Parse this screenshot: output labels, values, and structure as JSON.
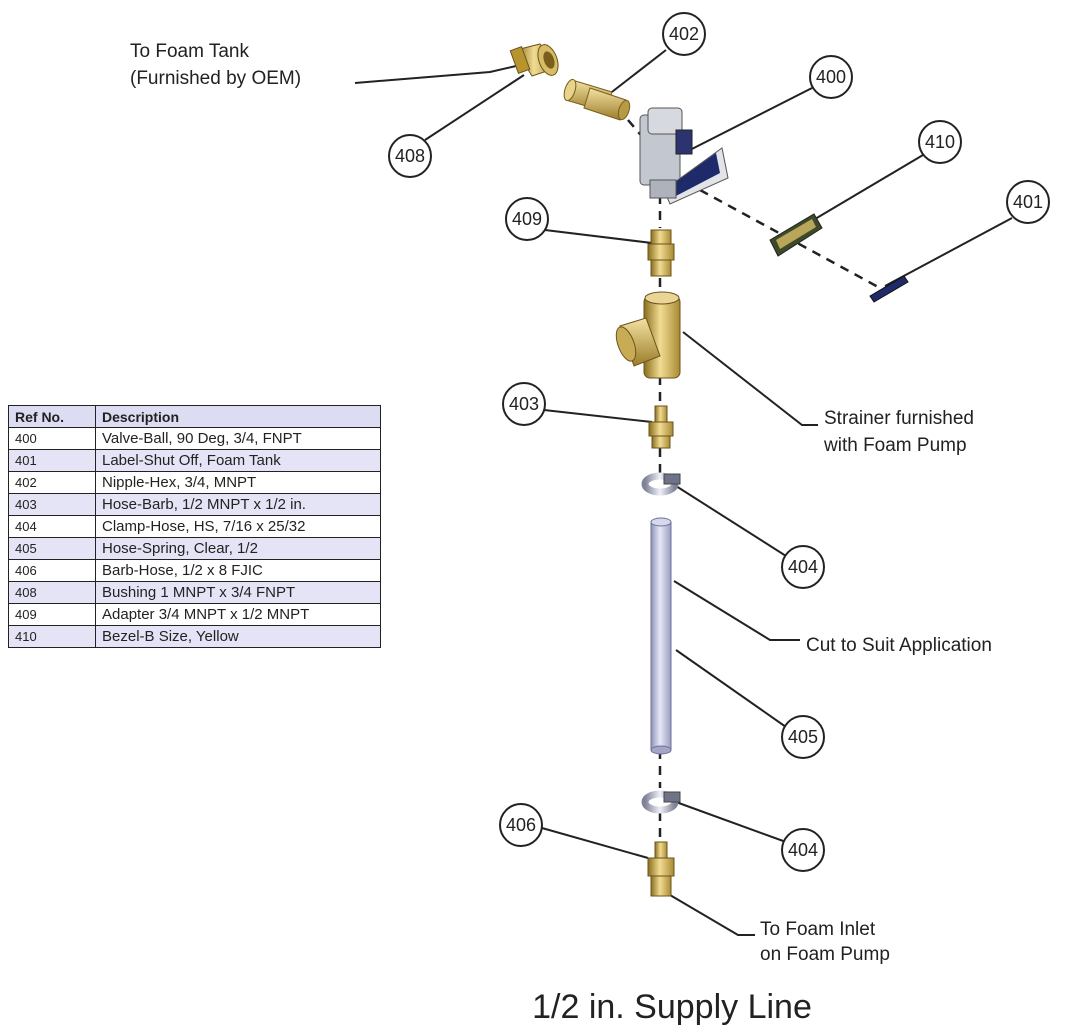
{
  "title": "1/2 in. Supply Line",
  "callouts": {
    "foam_tank_line1": "To Foam Tank",
    "foam_tank_line2": "(Furnished by OEM)",
    "strainer_line1": "Strainer furnished",
    "strainer_line2": "with Foam Pump",
    "cut_to_suit": "Cut to Suit Application",
    "foam_inlet_line1": "To Foam Inlet",
    "foam_inlet_line2": "on Foam Pump"
  },
  "balloons": [
    "402",
    "400",
    "408",
    "410",
    "409",
    "401",
    "403",
    "404",
    "405",
    "406",
    "404"
  ],
  "parts_table": {
    "headers": [
      "Ref No.",
      "Description"
    ],
    "rows": [
      {
        "ref": "400",
        "desc": "Valve-Ball, 90 Deg, 3/4, FNPT"
      },
      {
        "ref": "401",
        "desc": "Label-Shut Off, Foam Tank"
      },
      {
        "ref": "402",
        "desc": "Nipple-Hex, 3/4, MNPT"
      },
      {
        "ref": "403",
        "desc": "Hose-Barb, 1/2 MNPT x 1/2 in."
      },
      {
        "ref": "404",
        "desc": "Clamp-Hose, HS, 7/16 x 25/32"
      },
      {
        "ref": "405",
        "desc": "Hose-Spring, Clear, 1/2"
      },
      {
        "ref": "406",
        "desc": "Barb-Hose, 1/2 x 8 FJIC"
      },
      {
        "ref": "408",
        "desc": "Bushing 1 MNPT x 3/4 FNPT"
      },
      {
        "ref": "409",
        "desc": "Adapter 3/4 MNPT x 1/2 MNPT"
      },
      {
        "ref": "410",
        "desc": "Bezel-B Size, Yellow"
      }
    ]
  },
  "colors": {
    "brass": "#c9a84a",
    "brass_dark": "#8a6d1e",
    "valve_gray": "#b8bcc4",
    "valve_label": "#1f2a6b",
    "hose": "#b6b9d4"
  }
}
